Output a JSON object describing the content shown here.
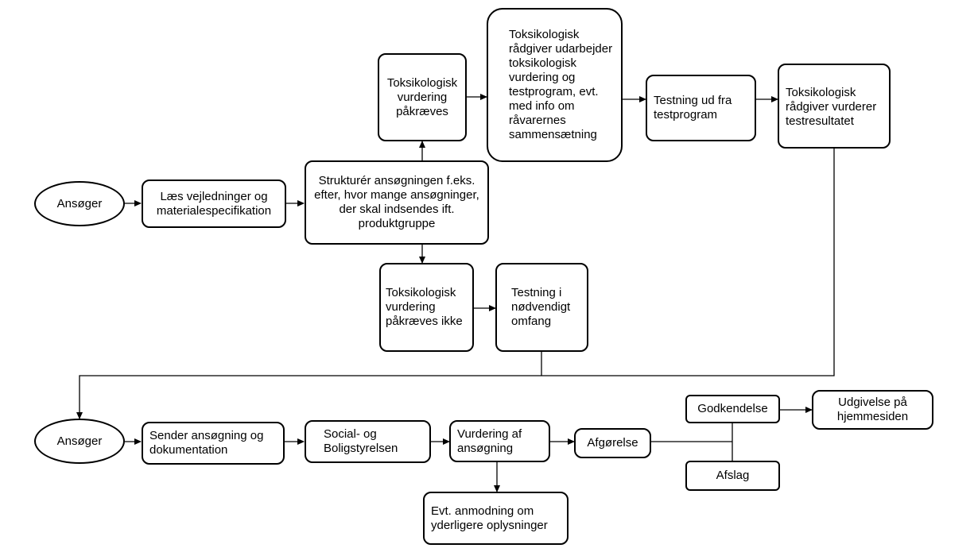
{
  "flow": {
    "ansoger_top": "Ansøger",
    "laes": "Læs vejledninger og materialespecifikation",
    "strukturer": "Strukturér ansøgningen f.eks. efter, hvor mange ansøgninger, der skal indsendes ift. produktgruppe",
    "tox_kraeves": "Toksikologisk vurdering påkræves",
    "tox_raadgiver_udarbejder": "Toksikologisk rådgiver udarbejder toksikologisk vurdering og testprogram, evt. med info om råvarernes sammensætning",
    "testning_testprogram": "Testning ud fra testprogram",
    "tox_raadgiver_vurderer": "Toksikologisk rådgiver vurderer testresultatet",
    "tox_kraeves_ikke": "Toksikologisk vurdering påkræves ikke",
    "testning_noedvendigt": "Testning i nødvendigt omfang",
    "ansoger_bottom": "Ansøger",
    "sender": "Sender ansøgning og dokumentation",
    "social": "Social- og Boligstyrelsen",
    "vurdering_af": "Vurdering af ansøgning",
    "anmodning": "Evt. anmodning om yderligere oplysninger",
    "afgorelse": "Afgørelse",
    "godkendelse": "Godkendelse",
    "afslag": "Afslag",
    "udgivelse": "Udgivelse på hjemmesiden"
  }
}
